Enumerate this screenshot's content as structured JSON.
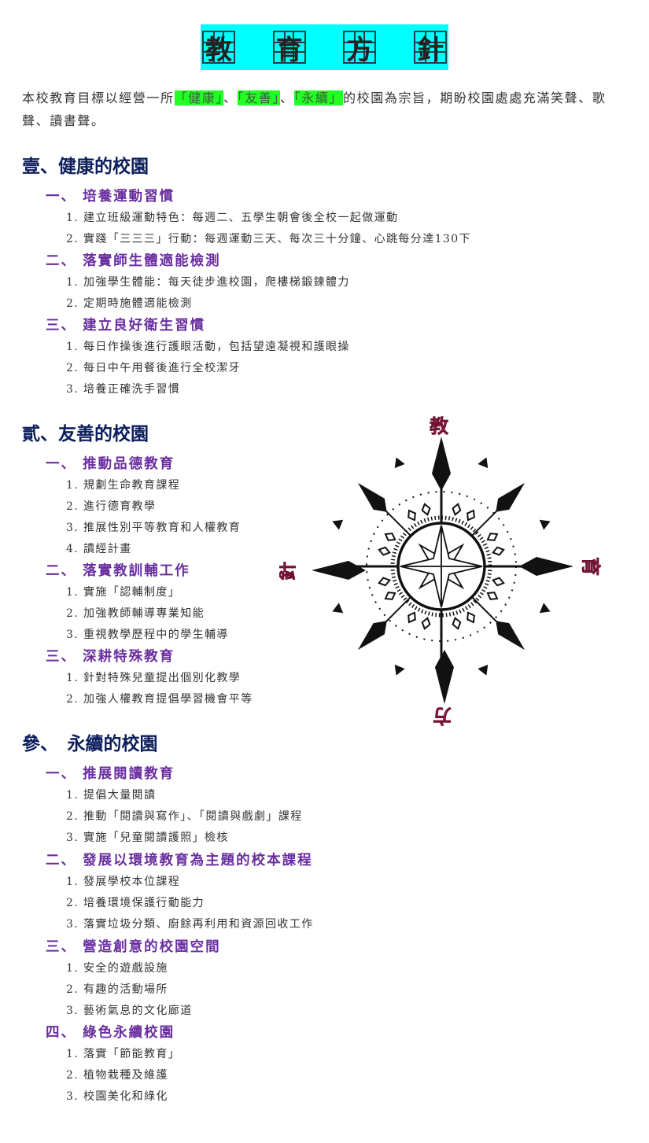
{
  "title": {
    "chars": [
      "教",
      "育",
      "方",
      "針"
    ],
    "bg_color": "#00ffff"
  },
  "intro": {
    "prefix": "本校教育目標以經營一所",
    "hl1": "「健康」",
    "sep1": "、",
    "hl2": "「友善」",
    "sep2": "、",
    "hl3": "「永續」",
    "suffix": "的校園為宗旨，期盼校園處處充滿笑聲、歌聲、讀書聲。",
    "highlight_color": "#22ff22"
  },
  "sections": [
    {
      "title": "壹、健康的校園",
      "subsections": [
        {
          "title": "一、 培養運動習慣",
          "items": [
            "1. 建立班級運動特色：每週二、五學生朝會後全校一起做運動",
            "2. 實踐「三三三」行動：每週運動三天、每次三十分鐘、心跳每分達130下"
          ]
        },
        {
          "title": "二、 落實師生體適能檢測",
          "items": [
            "1. 加強學生體能：每天徒步進校園，爬樓梯鍛鍊體力",
            "2. 定期時施體適能檢測"
          ]
        },
        {
          "title": "三、 建立良好衛生習慣",
          "items": [
            "1. 每日作操後進行護眼活動，包括望遠凝視和護眼操",
            "2. 每日中午用餐後進行全校潔牙",
            "3. 培養正確洗手習慣"
          ]
        }
      ]
    },
    {
      "title": "貳、友善的校園",
      "subsections": [
        {
          "title": "一、 推動品德教育",
          "items": [
            "1. 規劃生命教育課程",
            "2. 進行德育教學",
            "3. 推展性別平等教育和人權教育",
            "4. 讀經計畫"
          ]
        },
        {
          "title": "二、 落實教訓輔工作",
          "items": [
            "1. 實施「認輔制度」",
            "2. 加強教師輔導專業知能",
            "3. 重視教學歷程中的學生輔導"
          ]
        },
        {
          "title": "三、 深耕特殊教育",
          "items": [
            "1. 針對特殊兒童提出個別化教學",
            "2. 加強人權教育提倡學習機會平等"
          ]
        }
      ]
    },
    {
      "title": "參、　永續的校園",
      "subsections": [
        {
          "title": "一、 推展閱讀教育",
          "items": [
            "1. 提倡大量閱讀",
            "2. 推動「閱讀與寫作」、「閱讀與戲劇」課程",
            "3. 實施「兒童閱讀護照」檢核"
          ]
        },
        {
          "title": "二、 發展以環境教育為主題的校本課程",
          "items": [
            "1. 發展學校本位課程",
            "2. 培養環境保護行動能力",
            "3. 落實垃圾分類、廚餘再利用和資源回收工作"
          ]
        },
        {
          "title": "三、 營造創意的校園空間",
          "items": [
            "1. 安全的遊戲設施",
            "2. 有趣的活動場所",
            "3. 藝術氣息的文化廊道"
          ]
        },
        {
          "title": "四、 綠色永續校園",
          "items": [
            "1. 落實「節能教育」",
            "2. 植物栽種及維護",
            "3. 校園美化和綠化"
          ]
        }
      ]
    }
  ],
  "compass": {
    "north": "教",
    "east": "育",
    "south": "方",
    "west": "針",
    "label_color": "#c0306a"
  }
}
